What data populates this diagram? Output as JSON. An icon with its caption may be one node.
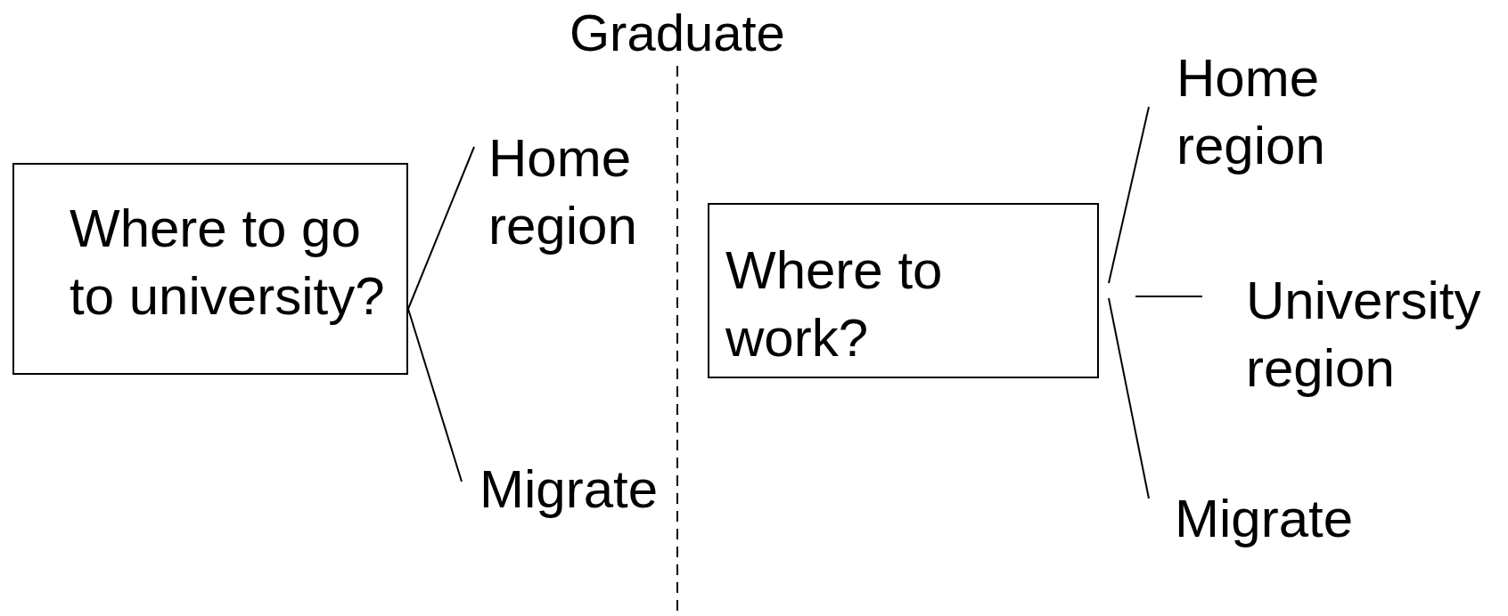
{
  "diagram": {
    "nodes": [
      {
        "text": [
          "Where to go to university?"
        ]
      },
      {
        "text": [
          "Home region"
        ]
      },
      {
        "text": [
          "Migrate"
        ]
      },
      {
        "text": [
          "Where to work?"
        ]
      },
      {
        "text": [
          "Home region"
        ]
      },
      {
        "text": [
          "University region"
        ]
      },
      {
        "text": [
          "Migrate"
        ]
      }
    ],
    "edges": [
      {
        "from": 0,
        "to": 1,
        "arrow": "none"
      },
      {
        "from": 0,
        "to": 2,
        "arrow": "none"
      },
      {
        "from": 3,
        "to": 4,
        "arrow": "none"
      },
      {
        "from": 3,
        "to": 5,
        "arrow": "none"
      },
      {
        "from": 3,
        "to": 6,
        "arrow": "none"
      }
    ],
    "labels": [
      "Graduate"
    ]
  }
}
